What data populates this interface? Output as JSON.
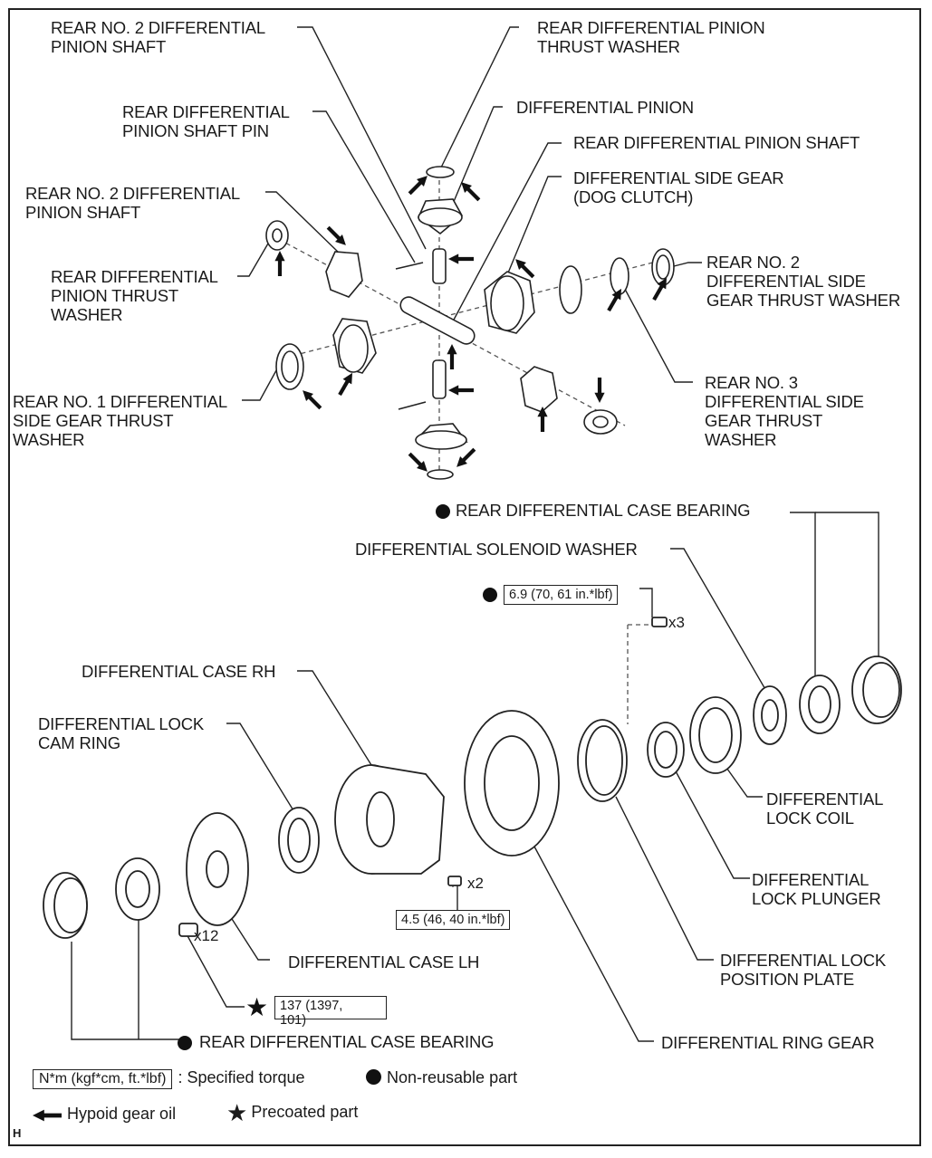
{
  "labels": {
    "pinion_shaft_2_top": "REAR NO. 2 DIFFERENTIAL\nPINION SHAFT",
    "pinion_thrust_washer_top": "REAR DIFFERENTIAL PINION\nTHRUST WASHER",
    "differential_pinion": "DIFFERENTIAL PINION",
    "pinion_shaft_pin": "REAR DIFFERENTIAL\nPINION SHAFT PIN",
    "rear_pinion_shaft": "REAR DIFFERENTIAL PINION SHAFT",
    "side_gear_dog_clutch": "DIFFERENTIAL SIDE GEAR\n(DOG CLUTCH)",
    "pinion_shaft_2_left": "REAR NO. 2 DIFFERENTIAL\nPINION SHAFT",
    "side_gear_thrust_washer_2": "REAR NO. 2\nDIFFERENTIAL SIDE\nGEAR THRUST WASHER",
    "pinion_thrust_washer_left": "REAR DIFFERENTIAL\nPINION THRUST\nWASHER",
    "side_gear_thrust_washer_3": "REAR NO. 3\nDIFFERENTIAL SIDE\nGEAR THRUST\nWASHER",
    "side_gear_thrust_washer_1": "REAR NO. 1 DIFFERENTIAL\nSIDE GEAR THRUST\nWASHER",
    "case_bearing_top": "REAR DIFFERENTIAL CASE BEARING",
    "solenoid_washer": "DIFFERENTIAL SOLENOID WASHER",
    "case_rh": "DIFFERENTIAL CASE RH",
    "lock_cam_ring": "DIFFERENTIAL LOCK\nCAM RING",
    "lock_coil": "DIFFERENTIAL\nLOCK COIL",
    "lock_plunger": "DIFFERENTIAL\nLOCK PLUNGER",
    "case_lh": "DIFFERENTIAL CASE LH",
    "lock_position_plate": "DIFFERENTIAL LOCK\nPOSITION PLATE",
    "case_bearing_bottom": "REAR DIFFERENTIAL CASE BEARING",
    "ring_gear": "DIFFERENTIAL RING GEAR"
  },
  "torques": {
    "solenoid_bolt": "6.9 (70, 61 in.*lbf)",
    "case_bolt": "4.5 (46, 40 in.*lbf)",
    "ring_gear_bolt": "137 (1397,\n101)"
  },
  "quantities": {
    "x3": "x3",
    "x2": "x2",
    "x12": "x12"
  },
  "legend": {
    "torque_key": "N*m (kgf*cm, ft.*lbf)",
    "torque_desc": ": Specified torque",
    "nonreusable": "Non-reusable part",
    "hypoid": "Hypoid gear oil",
    "precoated": "Precoated part"
  },
  "corner_mark": "H"
}
